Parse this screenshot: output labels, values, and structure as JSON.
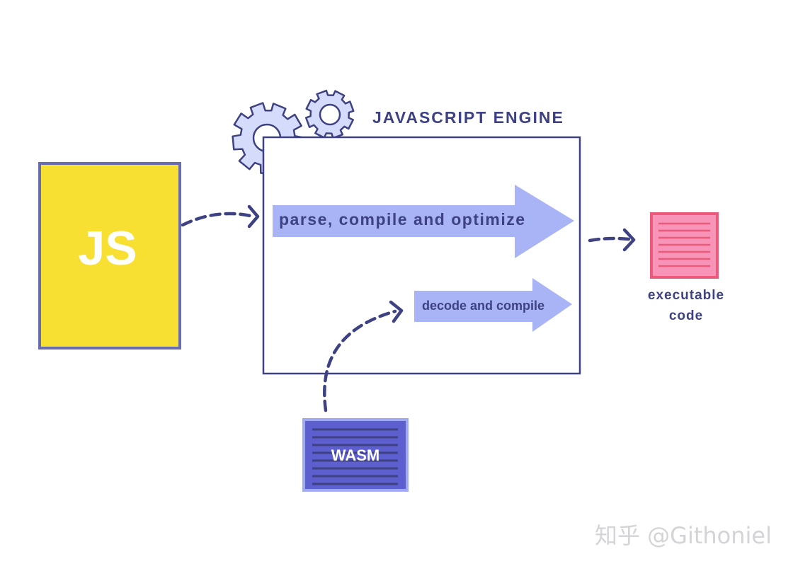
{
  "engine": {
    "title": "JAVASCRIPT ENGINE"
  },
  "js_file": {
    "label": "JS"
  },
  "pipelines": {
    "js": "parse, compile and optimize",
    "wasm": "decode and compile"
  },
  "output": {
    "line1": "executable",
    "line2": "code"
  },
  "wasm_file": {
    "label": "WASM"
  },
  "watermark": {
    "text": "知乎 @Githoniel"
  },
  "colors": {
    "navy": "#3e4282",
    "js_yellow": "#f7e032",
    "js_border": "#6a6cb0",
    "arrow_fill": "#a8b4f5",
    "gear_fill": "#d5dbfb",
    "output_pink": "#f894b8",
    "output_border": "#ec5a7b",
    "wasm_fill": "#5e5fcf",
    "wasm_border": "#a0aaf4"
  }
}
